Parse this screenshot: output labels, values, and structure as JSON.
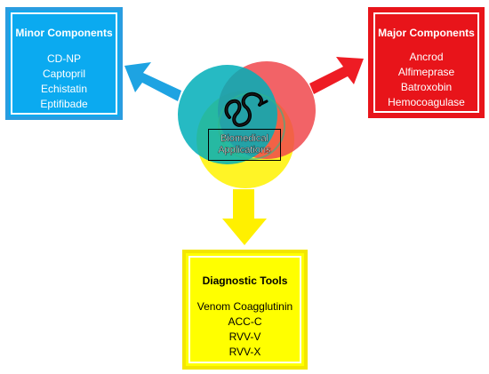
{
  "center": {
    "label": "Biomedical Applications",
    "icon": "snake-icon"
  },
  "minor": {
    "title": "Minor Components",
    "items": [
      "CD-NP",
      "Captopril",
      "Echistatin",
      "Eptifibade"
    ],
    "color": "#0BAAF0"
  },
  "major": {
    "title": "Major Components",
    "items": [
      "Ancrod",
      "Alfimeprase",
      "Batroxobin",
      "Hemocoagulase"
    ],
    "color": "#E8141A"
  },
  "diagnostic": {
    "title": "Diagnostic Tools",
    "items": [
      "Venom Coagglutinin",
      "ACC-C",
      "RVV-V",
      "RVV-X"
    ],
    "color": "#FFFF00"
  }
}
